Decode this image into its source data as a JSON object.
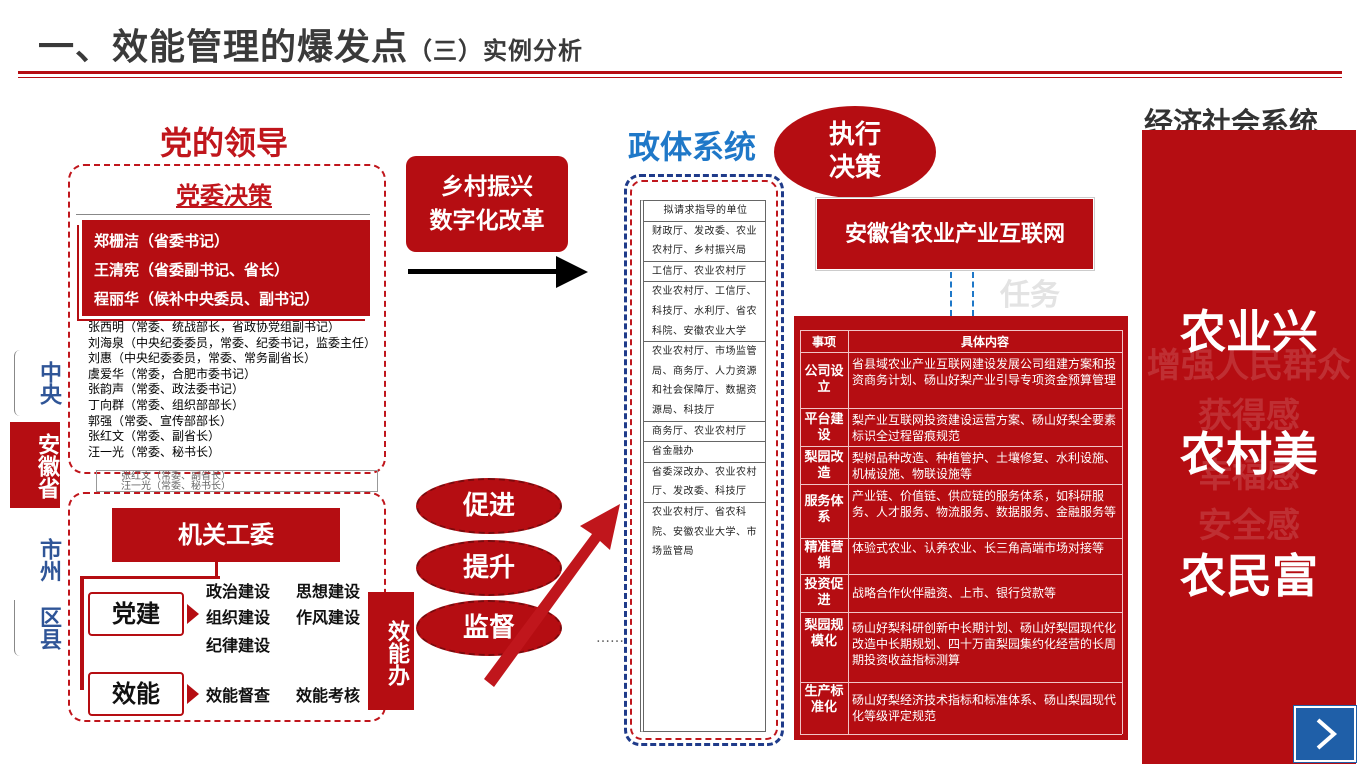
{
  "header": {
    "title": "一、效能管理的爆发点",
    "subtitle": "（三）实例分析"
  },
  "tiers": {
    "central": "中央",
    "province": "安徽省",
    "city": "市州",
    "county": "区县"
  },
  "party": {
    "heading": "党的领导",
    "committee": "党委决策",
    "leaders": [
      "郑栅洁（省委书记）",
      "王清宪（省委副书记、省长）",
      "程丽华（候补中央委员、副书记）"
    ],
    "members": [
      "张西明（常委、统战部长，省政协党组副书记）",
      "刘海泉（中央纪委委员，常委、纪委书记，监委主任）",
      "刘惠（中央纪委委员，常委、常务副省长）",
      "虞爱华（常委，合肥市委书记）",
      "张韵声（常委、政法委书记）",
      "丁向群（常委、组织部部长）",
      "郭强（常委、宣传部部长）",
      "张红文（常委、副省长）",
      "汪一光（常委、秘书长）"
    ],
    "members_echo": [
      "张红文（常委、副省长）",
      "汪一光（常委、秘书长）"
    ]
  },
  "organ": {
    "label": "机关工委",
    "party_building": "党建",
    "efficiency": "效能",
    "party_tasks": [
      "政治建设",
      "思想建设",
      "组织建设",
      "作风建设",
      "纪律建设"
    ],
    "efficiency_tasks": [
      "效能督查",
      "效能考核"
    ],
    "office": "效能办"
  },
  "actions": [
    "促进",
    "提升",
    "监督"
  ],
  "rural": {
    "line1": "乡村振兴",
    "line2": "数字化改革"
  },
  "government": {
    "heading": "政体系统",
    "rows": [
      "拟请求指导的单位",
      "财政厅、发改委、农业农村厅、乡村振兴局",
      "工信厅、农业农村厅",
      "农业农村厅、工信厅、科技厅、水利厅、省农科院、安徽农业大学",
      "农业农村厅、市场监管局、商务厅、人力资源和社会保障厅、数据资源局、科技厅",
      "商务厅、农业农村厅",
      "省金融办",
      "省委深改办、农业农村厅、发改委、科技厅",
      "农业农村厅、省农科院、安徽农业大学、市场监管局"
    ],
    "ellipsis": "……"
  },
  "execute": {
    "line1": "执行",
    "line2": "决策"
  },
  "network": "安徽省农业产业互联网",
  "background_text": "任务",
  "content_table": {
    "header_key": "事项",
    "header_value": "具体内容",
    "rows": [
      {
        "key": "公司设立",
        "value": "省县域农业产业互联网建设发展公司组建方案和投资商务计划、砀山好梨产业引导专项资金预算管理"
      },
      {
        "key": "平台建设",
        "value": "梨产业互联网投资建设运营方案、砀山好梨全要素标识全过程留痕规范"
      },
      {
        "key": "梨园改造",
        "value": "梨树品种改造、种植管护、土壤修复、水利设施、机械设施、物联设施等"
      },
      {
        "key": "服务体系",
        "value": "产业链、价值链、供应链的服务体系，如科研服务、人才服务、物流服务、数据服务、金融服务等"
      },
      {
        "key": "精准营销",
        "value": "体验式农业、认养农业、长三角高端市场对接等"
      },
      {
        "key": "投资促进",
        "value": "战略合作伙伴融资、上市、银行贷款等"
      },
      {
        "key": "梨园规模化",
        "value": "砀山好梨科研创新中长期计划、砀山好梨园现代化改造中长期规划、四十万亩梨园集约化经营的长周期投资收益指标测算"
      },
      {
        "key": "生产标准化",
        "value": "砀山好梨经济技术指标和标准体系、砀山梨园现代化等级评定规范"
      }
    ]
  },
  "economy": {
    "heading": "经济社会系统",
    "goals": [
      "农业兴",
      "农村美",
      "农民富"
    ],
    "faint": [
      "增强人民群众",
      "获得感",
      "幸福感",
      "安全感"
    ]
  },
  "nav": {
    "next_icon": "chevron-right-icon"
  },
  "colors": {
    "brand_red": "#b50d12",
    "gov_blue": "#1f78c8",
    "nav_blue": "#1f5fa8"
  }
}
